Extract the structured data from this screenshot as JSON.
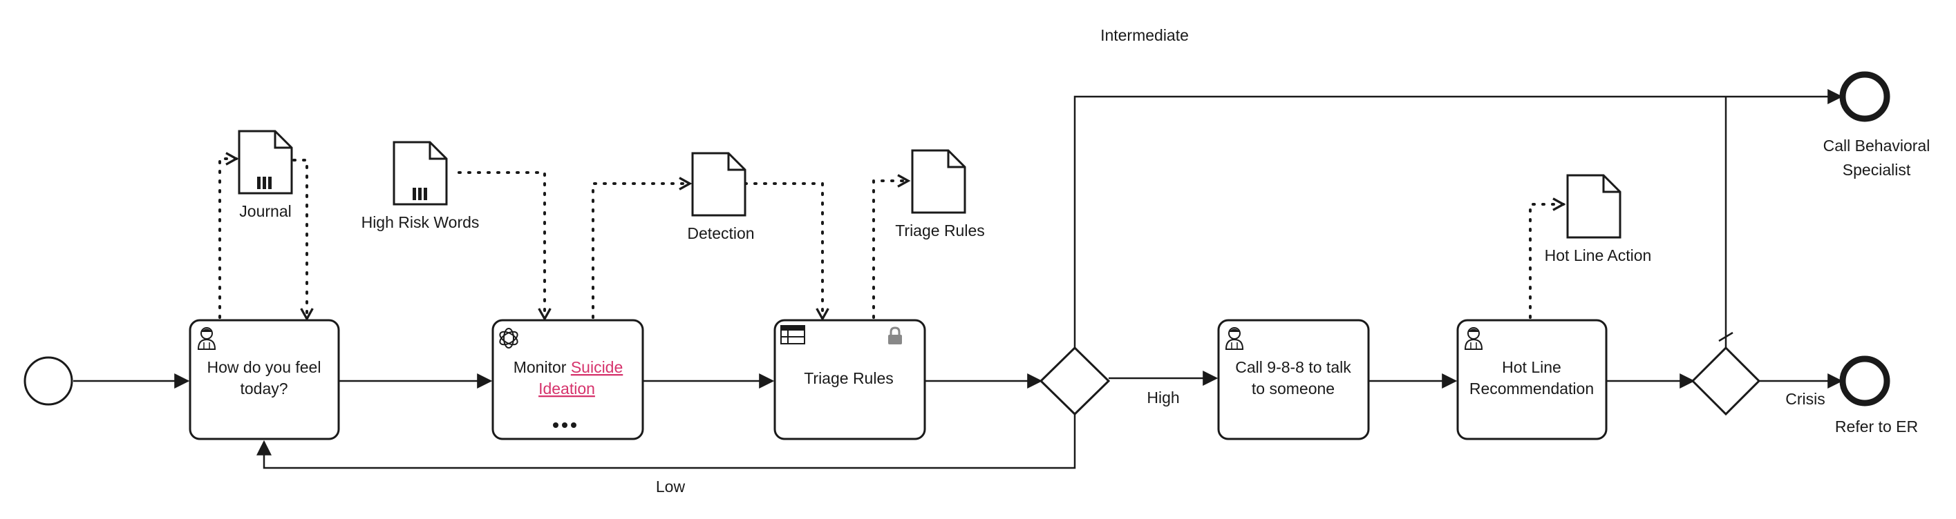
{
  "diagram": {
    "tasks": {
      "feel_line1": "How do you feel",
      "feel_line2": "today?",
      "monitor_prefix": "Monitor ",
      "monitor_link1": "Suicide",
      "monitor_link2": "Ideation",
      "triage": "Triage Rules",
      "call_line1": "Call 9-8-8 to talk",
      "call_line2": "to someone",
      "hotline_line1": "Hot Line",
      "hotline_line2": "Recommendation"
    },
    "data_objects": {
      "journal": "Journal",
      "high_risk": "High Risk Words",
      "detection": "Detection",
      "triage_rules": "Triage Rules",
      "hotline_action": "Hot Line Action"
    },
    "flow_labels": {
      "intermediate": "Intermediate",
      "high": "High",
      "low": "Low",
      "crisis": "Crisis"
    },
    "end_events": {
      "behavioral_line1": "Call Behavioral",
      "behavioral_line2": "Specialist",
      "er": "Refer to ER"
    },
    "icons": [
      "user-task-icon",
      "openai-icon",
      "business-rule-icon",
      "lock-icon",
      "data-store-icon",
      "loop-marker-icon"
    ]
  }
}
